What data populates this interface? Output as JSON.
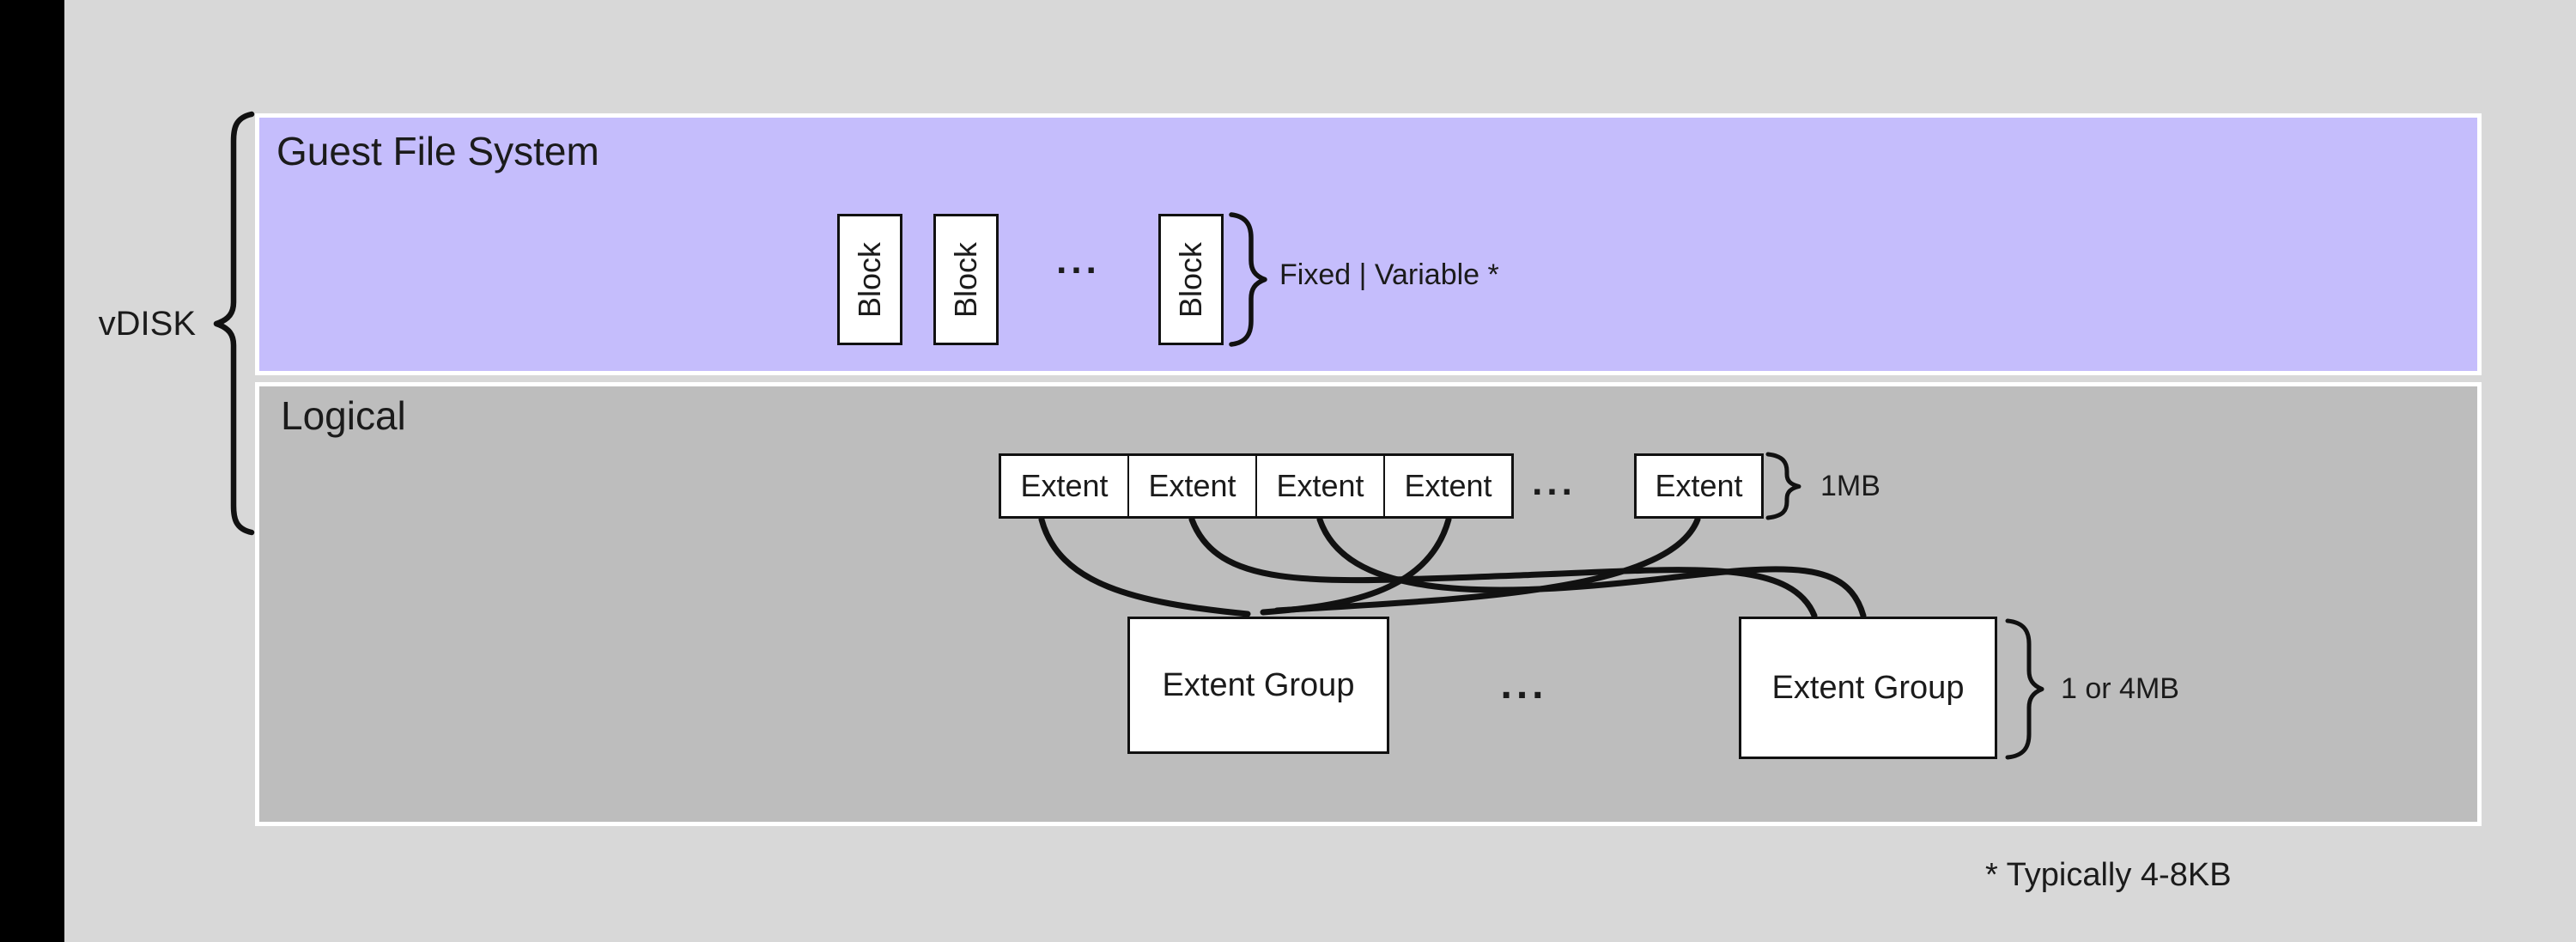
{
  "page": {
    "background": "#d8d8d8",
    "left_bar_color": "#000000",
    "line_color": "#111111",
    "footnote": "* Typically 4-8KB"
  },
  "vdisk": {
    "label": "vDISK"
  },
  "guest_file_system": {
    "title": "Guest File System",
    "fill": "#c5bdfc",
    "blocks": [
      "Block",
      "Block",
      "Block"
    ],
    "ellipsis": "...",
    "size_label": "Fixed | Variable *"
  },
  "logical": {
    "title": "Logical",
    "fill": "#bdbdbd",
    "extents": [
      "Extent",
      "Extent",
      "Extent",
      "Extent"
    ],
    "ellipsis": "...",
    "last_extent": "Extent",
    "extent_size_label": "1MB",
    "extent_groups": [
      "Extent Group",
      "Extent Group"
    ],
    "group_ellipsis": "...",
    "group_size_label": "1 or 4MB"
  }
}
